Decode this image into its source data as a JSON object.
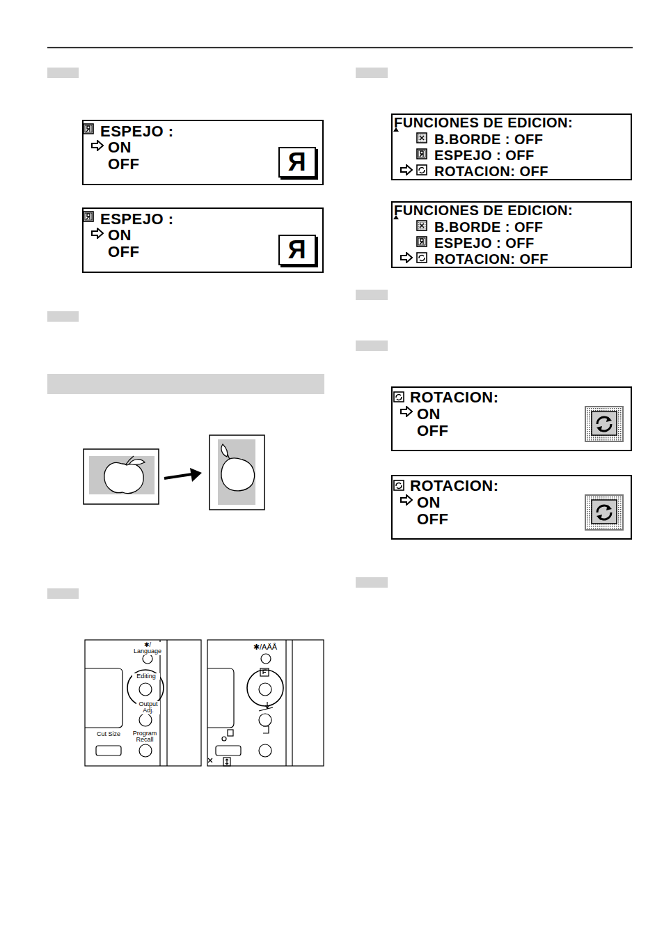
{
  "diagram": {
    "nodes": [
      {
        "text": [
          "ESPEJO :",
          "ON",
          "OFF",
          "Я"
        ]
      },
      {
        "text": [
          "ESPEJO :",
          "ON",
          "OFF",
          "Я"
        ]
      },
      {
        "text": [
          "FUNCIONES DE EDICION:",
          "B.BORDE : OFF",
          "ESPEJO : OFF",
          "ROTACION: OFF"
        ]
      },
      {
        "text": [
          "FUNCIONES DE EDICION:",
          "B.BORDE : OFF",
          "ESPEJO : OFF",
          "ROTACION: OFF"
        ]
      },
      {
        "text": [
          "ROTACION:",
          "ON",
          "OFF"
        ]
      },
      {
        "text": [
          "ROTACION:",
          "ON",
          "OFF"
        ]
      }
    ],
    "labels": [
      "✱/ Language",
      "Editing",
      "Output Adj.",
      "Cut Size",
      "Program Recall",
      "✱/AÄÅ"
    ]
  }
}
